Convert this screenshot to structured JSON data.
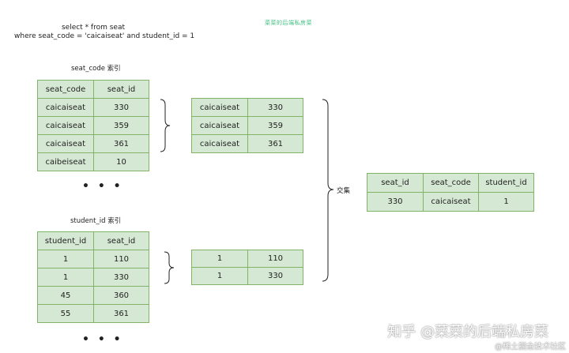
{
  "query": {
    "line1": "select * from seat",
    "line2": "where seat_code = 'caicaiseat' and student_id = 1"
  },
  "header_tag": "菜菜的后端私房菜",
  "seat_code_index": {
    "title": "seat_code 索引",
    "headers": [
      "seat_code",
      "seat_id"
    ],
    "rows": [
      [
        "caicaiseat",
        "330"
      ],
      [
        "caicaiseat",
        "359"
      ],
      [
        "caicaiseat",
        "361"
      ],
      [
        "caibeiseat",
        "10"
      ]
    ]
  },
  "student_id_index": {
    "title": "student_id  索引",
    "headers": [
      "student_id",
      "seat_id"
    ],
    "rows": [
      [
        "1",
        "110"
      ],
      [
        "1",
        "330"
      ],
      [
        "45",
        "360"
      ],
      [
        "55",
        "361"
      ]
    ]
  },
  "filtered_seat_code": {
    "rows": [
      [
        "caicaiseat",
        "330"
      ],
      [
        "caicaiseat",
        "359"
      ],
      [
        "caicaiseat",
        "361"
      ]
    ]
  },
  "filtered_student_id": {
    "rows": [
      [
        "1",
        "110"
      ],
      [
        "1",
        "330"
      ]
    ]
  },
  "intersection_label": "交集",
  "result": {
    "headers": [
      "seat_id",
      "seat_code",
      "student_id"
    ],
    "rows": [
      [
        "330",
        "caicaiseat",
        "1"
      ]
    ]
  },
  "ellipsis": "• • •",
  "watermark": {
    "main": "知乎 @菜菜的后端私房菜",
    "sub": "@稀土掘金技术社区"
  },
  "colors": {
    "cell_fill": "#d5e8d4",
    "cell_border": "#82b366"
  }
}
